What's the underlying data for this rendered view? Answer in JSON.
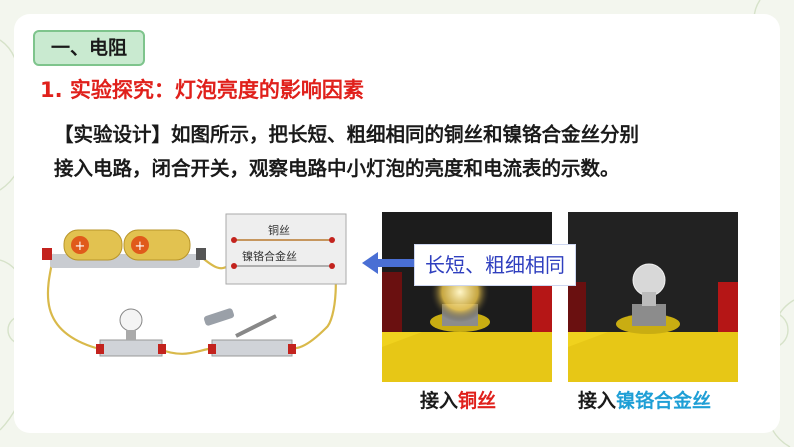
{
  "section_tag": "一、电阻",
  "subtitle": "1. 实验探究：灯泡亮度的影响因素",
  "paragraph": {
    "line1": "【实验设计】如图所示，把长短、粗细相同的铜丝和镍铬合金丝分别",
    "line2": "接入电路，闭合开关，观察电路中小灯泡的亮度和电流表的示数。"
  },
  "circuit": {
    "wire1_label": "铜丝",
    "wire2_label": "镍铬合金丝",
    "battery_symbol": "+"
  },
  "overlay_label": "长短、粗细相同",
  "captions": {
    "left_prefix": "接入",
    "left_highlight": "铜丝",
    "right_prefix": "接入",
    "right_highlight": "镍铬合金丝"
  },
  "colors": {
    "title_red": "#e0201b",
    "highlight_cyan": "#1f9fd6",
    "tag_bg": "#c9ead0",
    "label_blue": "#2f3fbf"
  }
}
